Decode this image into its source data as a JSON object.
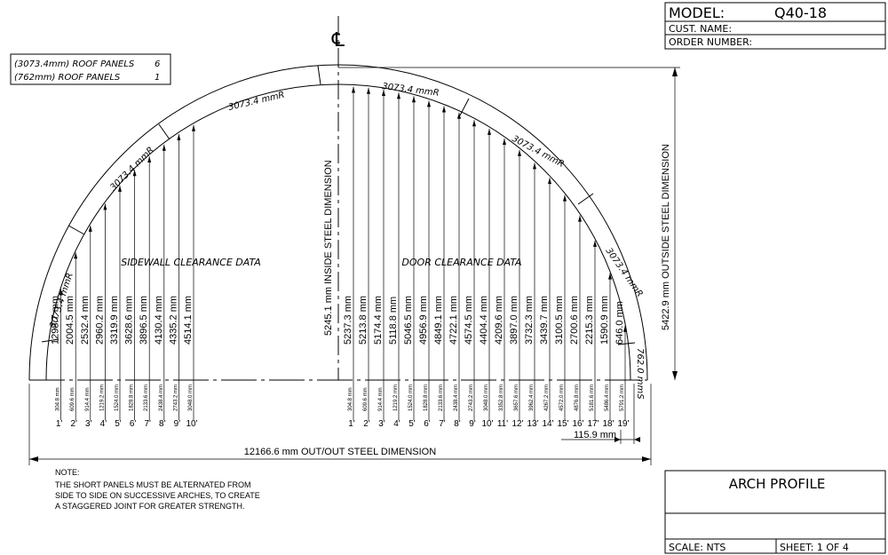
{
  "title_block": {
    "model_label": "MODEL:",
    "model_value": "Q40-18",
    "cust_name_label": "CUST. NAME:",
    "order_number_label": "ORDER NUMBER:",
    "drawing_title": "ARCH PROFILE",
    "scale_label": "SCALE: NTS",
    "sheet_label": "SHEET: 1 OF 4"
  },
  "legend": {
    "row1_text": "(3073.4mm) ROOF PANELS",
    "row1_count": "6",
    "row2_text": "(762mm) ROOF PANELS",
    "row2_count": "1"
  },
  "centerline_symbol": "℄",
  "arc_labels": [
    "3073.4 mmR",
    "3073.4 mmR",
    "3073.4 mmR",
    "3073.4 mmR",
    "3073.4 mmR",
    "3073.4 mmR",
    "762.0 mmS"
  ],
  "sidewall_title": "SIDEWALL CLEARANCE DATA",
  "door_title": "DOOR CLEARANCE DATA",
  "inside_dim": "5245.1 mm INSIDE STEEL DIMENSION",
  "outside_dim": "5422.9 mm OUTSIDE STEEL DIMENSION",
  "overall_dim": "12166.6 mm OUT/OUT STEEL DIMENSION",
  "offset_dim": "115.9 mm",
  "sidewall": {
    "heights": [
      "1298.7 mm",
      "2004.5 mm",
      "2532.4 mm",
      "2960.2 mm",
      "3319.9 mm",
      "3628.6 mm",
      "3896.5 mm",
      "4130.4 mm",
      "4335.2 mm",
      "4514.1 mm"
    ],
    "offsets": [
      "304.8 mm",
      "609.6 mm",
      "914.4 mm",
      "1219.2 mm",
      "1524.0 mm",
      "1828.8 mm",
      "2133.6 mm",
      "2438.4 mm",
      "2743.2 mm",
      "3048.0 mm"
    ],
    "stations": [
      "1'",
      "2'",
      "3'",
      "4'",
      "5'",
      "6'",
      "7'",
      "8'",
      "9'",
      "10'"
    ]
  },
  "door": {
    "heights": [
      "5237.3 mm",
      "5213.8 mm",
      "5174.4 mm",
      "5118.8 mm",
      "5046.5 mm",
      "4956.9 mm",
      "4849.1 mm",
      "4722.1 mm",
      "4574.5 mm",
      "4404.4 mm",
      "4209.6 mm",
      "3897.0 mm",
      "3732.3 mm",
      "3439.7 mm",
      "3100.5 mm",
      "2700.6 mm",
      "2215.3 mm",
      "1590.9 mm",
      "646.0 mm"
    ],
    "offsets": [
      "304.8 mm",
      "609.6 mm",
      "914.4 mm",
      "1219.2 mm",
      "1524.0 mm",
      "1828.8 mm",
      "2133.6 mm",
      "2438.4 mm",
      "2743.2 mm",
      "3048.0 mm",
      "3352.8 mm",
      "3657.6 mm",
      "3962.4 mm",
      "4267.2 mm",
      "4572.0 mm",
      "4876.8 mm",
      "5181.6 mm",
      "5486.4 mm",
      "5791.2 mm"
    ],
    "stations": [
      "1'",
      "2'",
      "3'",
      "4'",
      "5'",
      "6'",
      "7'",
      "8'",
      "9'",
      "10'",
      "11'",
      "12'",
      "13'",
      "14'",
      "15'",
      "16'",
      "17'",
      "18'",
      "19'"
    ]
  },
  "note": {
    "heading": "NOTE:",
    "line1": "THE SHORT PANELS MUST BE ALTERNATED FROM",
    "line2": "SIDE TO SIDE ON SUCCESSIVE ARCHES, TO CREATE",
    "line3": "A STAGGERED JOINT FOR GREATER STRENGTH."
  }
}
